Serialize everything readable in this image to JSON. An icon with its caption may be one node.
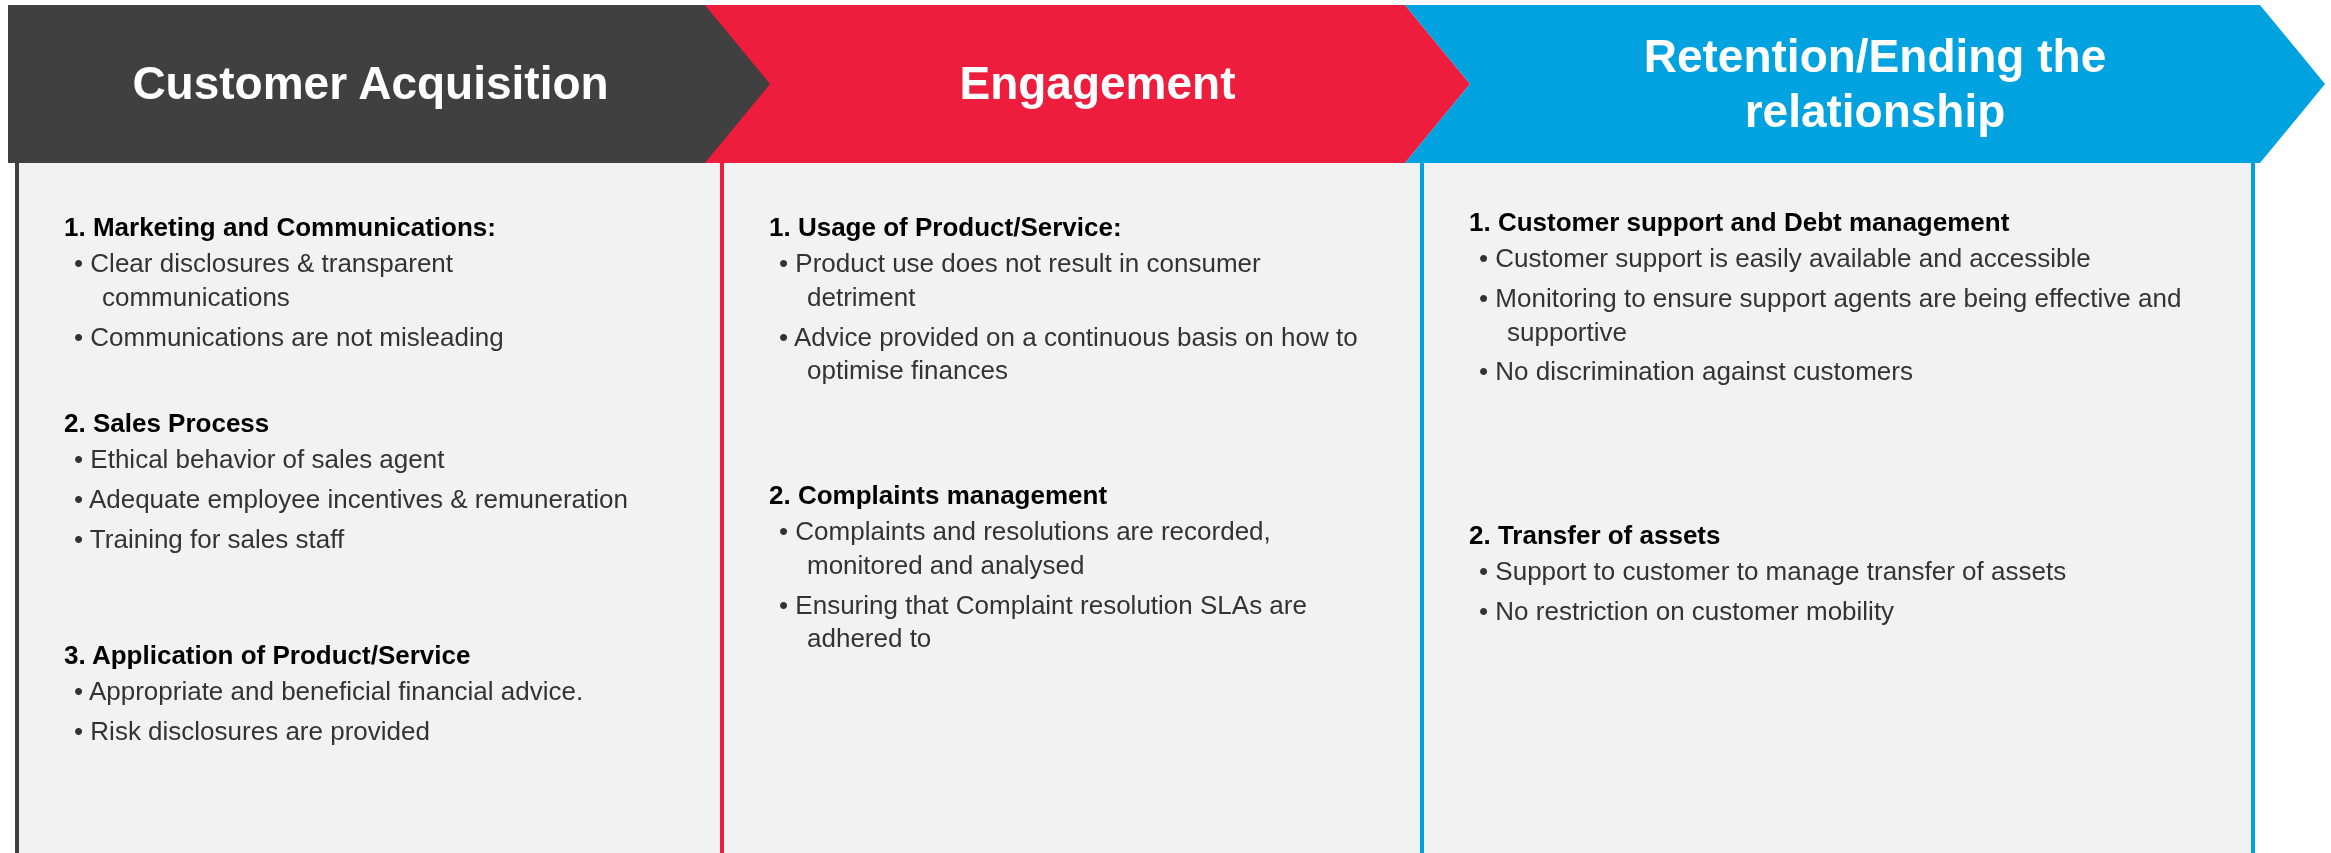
{
  "diagram": {
    "nodes": [
      {
        "text": [
          "Customer Acquisition"
        ]
      },
      {
        "text": [
          "Engagement"
        ]
      },
      {
        "text": [
          "Retention/Ending the relationship"
        ]
      },
      {
        "text": [],
        "shape": "box"
      },
      {
        "text": [
          "1. Marketing and Communications:",
          "• Clear disclosures & transparent communications",
          "• Communications are not misleading"
        ],
        "in": 3
      },
      {
        "text": [
          "2. Sales Process",
          "• Ethical behavior of sales agent",
          "• Adequate employee incentives & remuneration",
          "• Training for sales staff"
        ],
        "in": 3
      },
      {
        "text": [
          "3. Application of Product/Service",
          "• Appropriate and beneficial financial advice.",
          "• Risk disclosures are provided"
        ],
        "in": 3
      },
      {
        "text": [],
        "shape": "box"
      },
      {
        "text": [
          "1. Usage of Product/Service:",
          "• Product use does not result in consumer detriment",
          "• Advice provided on a continuous basis on how to optimise finances"
        ],
        "in": 7
      },
      {
        "text": [
          "2. Complaints management",
          "• Complaints and resolutions are recorded, monitored and analysed",
          "• Ensuring that Complaint resolution SLAs are adhered to"
        ],
        "in": 7
      },
      {
        "text": [],
        "shape": "box"
      },
      {
        "text": [
          "1. Customer support and Debt management",
          "• Customer support is easily available and accessible",
          "• Monitoring to ensure support agents are being effective and supportive",
          "• No discrimination against customers"
        ],
        "in": 10
      },
      {
        "text": [
          "2. Transfer of assets",
          "• Support to customer to manage transfer of assets",
          "• No restriction on customer mobility"
        ],
        "in": 10
      }
    ]
  }
}
